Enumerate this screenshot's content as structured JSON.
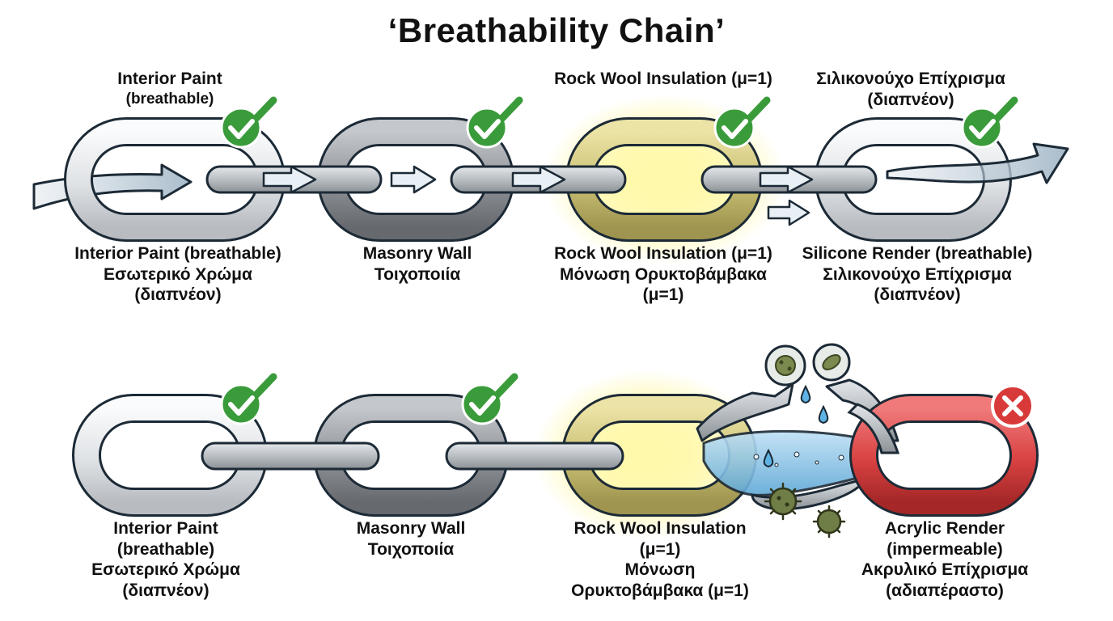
{
  "title": "‘Breathability Chain’",
  "colors": {
    "good_badge": "#3a9b3a",
    "bad_badge": "#d83a3a",
    "link_white": "#e6e8ea",
    "link_grey": "#8f9296",
    "link_rockwool": "#c9bf73",
    "link_acrylic": "#d94242",
    "connector": "#b9bec3"
  },
  "top_chain": {
    "top_labels": {
      "interior": [
        "Interior Paint",
        "(breathable)"
      ],
      "rockwool": [
        "Rock Wool Insulation (μ=1)"
      ],
      "silicone": [
        "Σιλικονούχο Επίχρισμα",
        "(διαπνέον)"
      ]
    },
    "links": [
      {
        "id": "interior",
        "lines": [
          "Interior Paint (breathable)",
          "Εσωτερικό Χρώμα",
          "(διαπνέον)"
        ],
        "status": "check-icon"
      },
      {
        "id": "masonry",
        "lines": [
          "Masonry Wall",
          "Τοιχοποιία"
        ],
        "status": "check-icon"
      },
      {
        "id": "rockwool",
        "lines": [
          "Rock Wool Insulation (μ=1)",
          "Μόνωση Ορυκτοβάμβακα",
          "(μ=1)"
        ],
        "status": "check-icon"
      },
      {
        "id": "silicone",
        "lines": [
          "Silicone Render (breathable)",
          "Σιλικονούχο Επίχρισμα",
          "(διαπνέον)"
        ],
        "status": "check-icon"
      }
    ]
  },
  "bottom_chain": {
    "links": [
      {
        "id": "interior",
        "lines": [
          "Interior Paint",
          "(breathable)",
          "Εσωτερικό Χρώμα",
          "(διαπνέον)"
        ],
        "status": "check-icon"
      },
      {
        "id": "masonry",
        "lines": [
          "Masonry Wall",
          "Τοιχοποιία"
        ],
        "status": "check-icon"
      },
      {
        "id": "rockwool",
        "lines": [
          "Rock Wool Insulation",
          "(μ=1)",
          "Μόνωση",
          "Ορυκτοβάμβακα (μ=1)"
        ],
        "status": "none"
      },
      {
        "id": "acrylic",
        "lines": [
          "Acrylic Render",
          "(impermeable)",
          "Ακρυλικό Επίχρισμα",
          "(αδιαπέραστο)"
        ],
        "status": "x-icon"
      }
    ]
  }
}
